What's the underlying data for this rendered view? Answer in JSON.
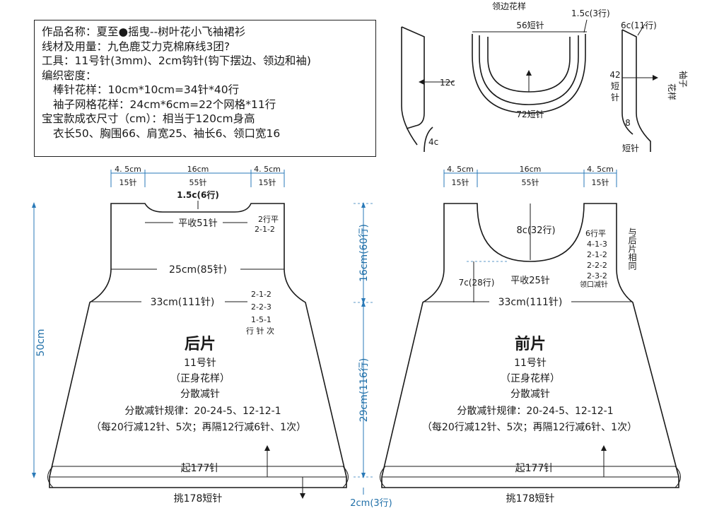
{
  "info": {
    "name": "作品名称：夏至●摇曳--树叶花小飞袖裙衫",
    "yarn": "线材及用量：九色鹿艾力克棉麻线3团?",
    "tools": "工具：11号针(3mm)、2cm钩针(钩下摆边、领边和袖)",
    "gauge_title": "编织密度：",
    "gauge_body": "棒针花样：10cm*10cm=34针*40行",
    "gauge_sleeve": "袖子网格花样：24cm*6cm=22个网格*11行",
    "size_title": "宝宝款成衣尺寸（cm）：相当于120cm身高",
    "size_values": "衣长50、胸围66、肩宽25、袖长6、领口宽16"
  },
  "collar": {
    "title": "领边花样",
    "top_sts": "56短针",
    "right_rows": "1.5c(3行)",
    "bottom_sts": "72短针",
    "side_width": "12c"
  },
  "sleeve": {
    "title_1": "袖子",
    "title_2": "花样",
    "height": "6c(11行)",
    "sts_1": "42",
    "sts_2": "短",
    "sts_3": "针",
    "bottom_1": "8",
    "bottom_2": "短针",
    "cuff": "4c"
  },
  "back": {
    "shoulder_left": "4. 5cm",
    "shoulder_left_sts": "15针",
    "neck_width": "16cm",
    "neck_sts": "55针",
    "shoulder_right": "4. 5cm",
    "shoulder_right_sts": "15针",
    "neck_depth": "1.5c(6行)",
    "neck_bind": "平收51针",
    "neck_dec_1": "2行平",
    "neck_dec_2": "2-1-2",
    "armhole_width": "25cm(85针)",
    "chest": "33cm(111针)",
    "arm_dec_1": "2-1-2",
    "arm_dec_2": "2-2-3",
    "arm_dec_3": "1-5-1",
    "arm_dec_4": "行 针 次",
    "title": "后片",
    "needle": "11号针",
    "pattern": "（正身花样）",
    "method": "分散减针",
    "rule": "分散减针规律：20-24-5、12-12-1",
    "rule_detail": "（每20行减12针、5次；再隔12行减6针、1次）",
    "cast_on": "起177针",
    "pickup": "挑178短针"
  },
  "middle": {
    "total_length": "50cm",
    "upper": "16cm(60行)",
    "lower": "29cm(116行)",
    "hem": "2cm(3行)"
  },
  "front": {
    "shoulder_left": "4. 5cm",
    "shoulder_left_sts": "15针",
    "neck_width": "16cm",
    "neck_sts": "55针",
    "shoulder_right": "4. 5cm",
    "shoulder_right_sts": "15针",
    "neck_depth": "8c(32行)",
    "neck_dec_1": "6行平",
    "neck_dec_2": "4-1-3",
    "neck_dec_3": "2-1-2",
    "neck_dec_4": "2-2-2",
    "neck_dec_5": "2-3-2",
    "neck_dec_6": "领口减针",
    "same_as_back": "与后片相同",
    "arm_depth": "7c(28行)",
    "neck_bind": "平收25针",
    "chest": "33cm(111针)",
    "title": "前片",
    "needle": "11号针",
    "pattern": "（正身花样）",
    "method": "分散减针",
    "rule": "分散减针规律：20-24-5、12-12-1",
    "rule_detail": "（每20行减12针、5次；再隔12行减6针、1次）",
    "cast_on": "起177针",
    "pickup": "挑178短针"
  },
  "colors": {
    "ink": "#1a1a1a",
    "dimension_blue": "#2a7ab8"
  }
}
